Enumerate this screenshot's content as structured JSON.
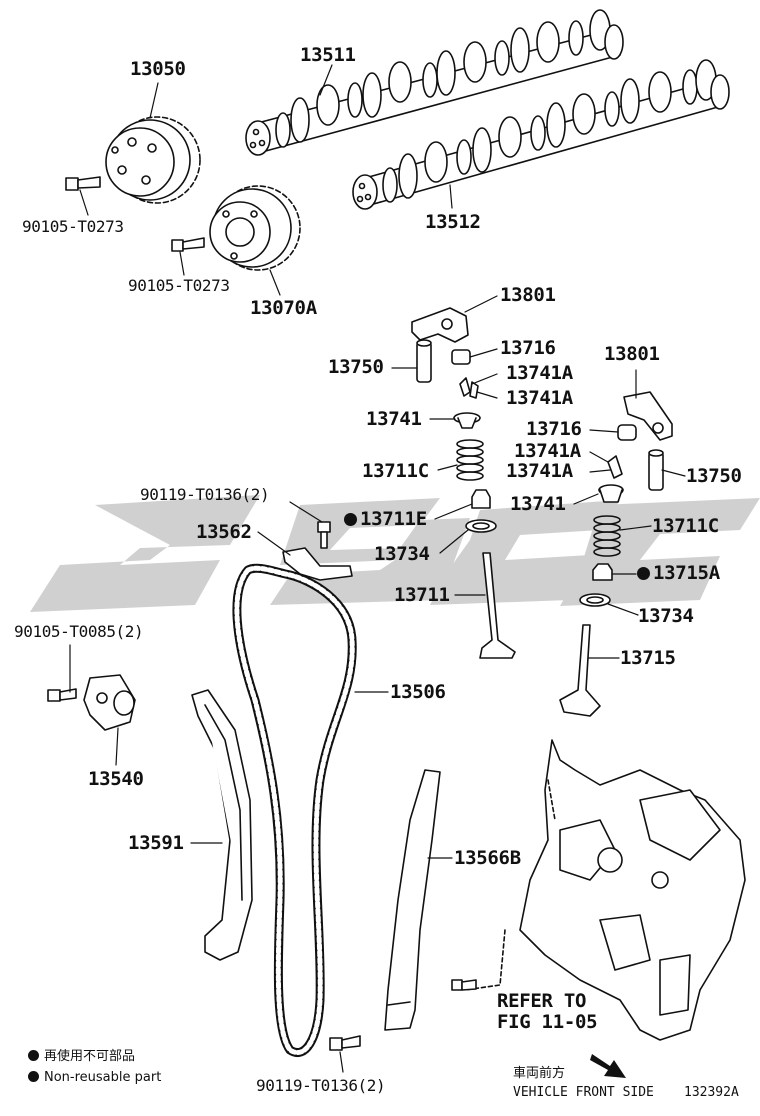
{
  "labels": {
    "p13050": "13050",
    "p13511": "13511",
    "p13512": "13512",
    "b90105_T0273_a": "90105-T0273",
    "b90105_T0273_b": "90105-T0273",
    "p13070A": "13070A",
    "p13801_a": "13801",
    "p13716_a": "13716",
    "p13750_a": "13750",
    "p13741A_a": "13741A",
    "p13741A_b": "13741A",
    "p13741_a": "13741",
    "p13711C_a": "13711C",
    "p13801_b": "13801",
    "p13716_b": "13716",
    "p13741A_c": "13741A",
    "p13741A_d": "13741A",
    "p13750_b": "13750",
    "b90119_T0136_a": "90119-T0136(2)",
    "p13741_b": "13741",
    "p13711E": "13711E",
    "p13711C_b": "13711C",
    "p13562": "13562",
    "p13734_a": "13734",
    "p13715A": "13715A",
    "p13711": "13711",
    "p13734_b": "13734",
    "b90105_T0085": "90105-T0085(2)",
    "p13715": "13715",
    "p13506": "13506",
    "p13540": "13540",
    "p13591": "13591",
    "p13566B": "13566B",
    "refer_line1": "REFER TO",
    "refer_line2": "FIG 11-05",
    "b90119_T0136_b": "90119-T0136(2)"
  },
  "legend": {
    "line1": "再使用不可部品",
    "line2": "Non-reusable part"
  },
  "footer": {
    "direction_jp": "車両前方",
    "direction_en": "VEHICLE FRONT SIDE",
    "figure_code": "132392A"
  },
  "colors": {
    "line": "#111111",
    "watermark": "#c8c8c8"
  }
}
